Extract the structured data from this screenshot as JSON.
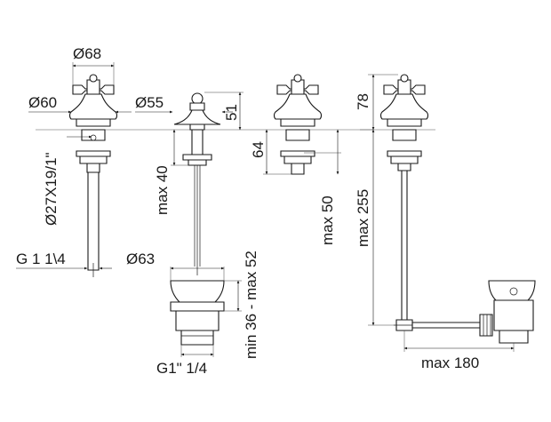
{
  "dimensions": {
    "handle_diameter": "Ø68",
    "body_diameter": "Ø60",
    "spout_cap_diameter": "Ø55",
    "spout_height": "51",
    "shank_thread": "Ø27X19/1\"",
    "mixer_below_deck_max": "max 40",
    "drain_cup_diameter": "Ø63",
    "waste_thread": "G 1 1\\4",
    "drain_thread": "G1\" 1/4",
    "drain_range": "min 36 - max 52",
    "tap_shank_length": "64",
    "tap_max_length": "max 50",
    "handle_height": "78",
    "rod_length_max": "max 255",
    "linkage_reach_max": "max 180"
  }
}
